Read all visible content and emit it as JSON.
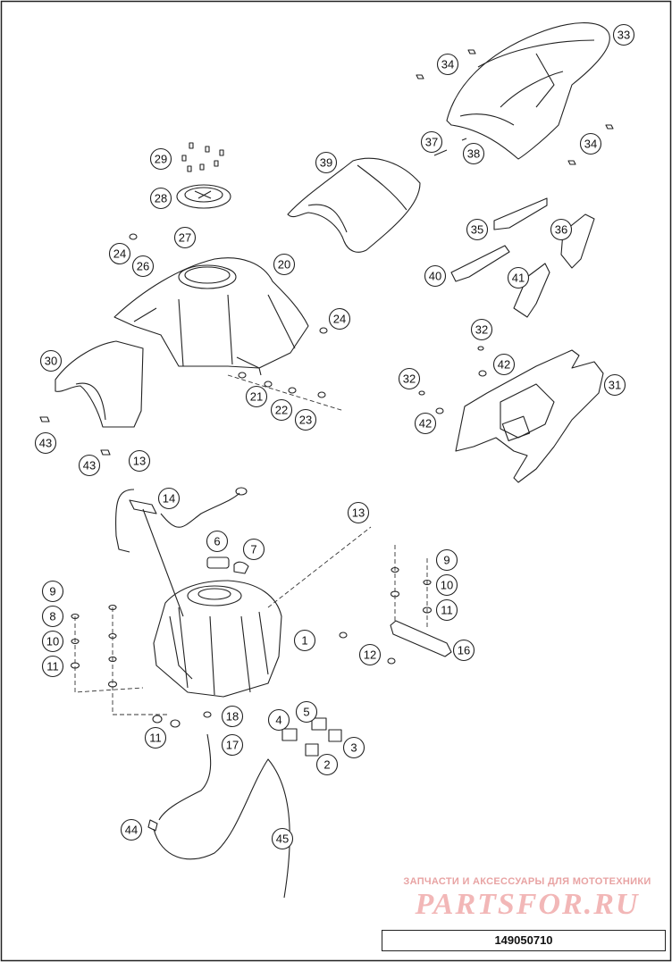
{
  "callouts": [
    "1",
    "2",
    "3",
    "4",
    "5",
    "6",
    "7",
    "8",
    "9",
    "9",
    "10",
    "10",
    "11",
    "11",
    "11",
    "12",
    "13",
    "13",
    "14",
    "16",
    "17",
    "18",
    "20",
    "21",
    "22",
    "23",
    "24",
    "24",
    "26",
    "27",
    "28",
    "29",
    "30",
    "31",
    "32",
    "32",
    "33",
    "34",
    "34",
    "35",
    "36",
    "37",
    "38",
    "39",
    "40",
    "41",
    "42",
    "42",
    "43",
    "43",
    "44",
    "45"
  ],
  "watermark": {
    "caption": "ЗАПЧАСТИ И АКСЕССУАРЫ ДЛЯ МОТОТЕХНИКИ",
    "logo": "PARTSFOR.RU"
  },
  "diagram_code": "149050710"
}
